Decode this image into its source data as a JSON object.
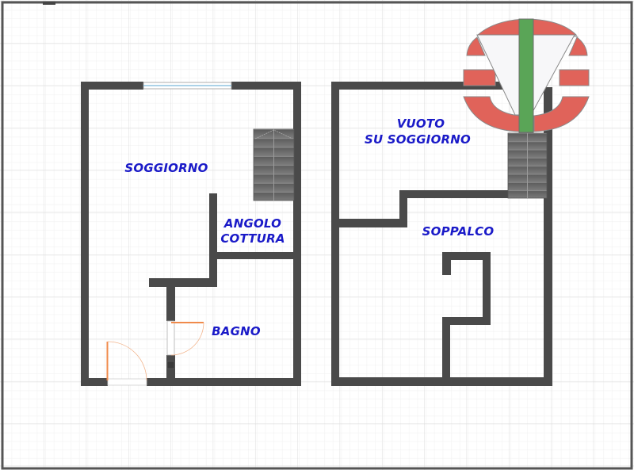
{
  "colors": {
    "wall": "#4a4a4a",
    "grid_minor": "#efefef",
    "grid_major": "#dcdcdc",
    "frame": "#555555",
    "label": "#1a1ac8",
    "door": "#f08a4b",
    "window_glass": "#8fc4e0",
    "stair": "#6a6a6a",
    "logo_red": "#e0635a",
    "logo_green": "#5aa557",
    "logo_white": "#f7f7f9"
  },
  "plans": [
    {
      "name": "ground-floor",
      "rooms": [
        {
          "id": "soggiorno",
          "lines": [
            "SOGGIORNO"
          ]
        },
        {
          "id": "angolo-cottura",
          "lines": [
            "ANGOLO",
            "COTTURA"
          ]
        },
        {
          "id": "bagno",
          "lines": [
            "BAGNO"
          ]
        }
      ]
    },
    {
      "name": "upper-floor",
      "rooms": [
        {
          "id": "vuoto",
          "lines": [
            "VUOTO",
            "SU SOGGIORNO"
          ]
        },
        {
          "id": "soppalco",
          "lines": [
            "SOPPALCO"
          ]
        }
      ]
    }
  ],
  "logo": {
    "icon": "company-logo-icon"
  }
}
